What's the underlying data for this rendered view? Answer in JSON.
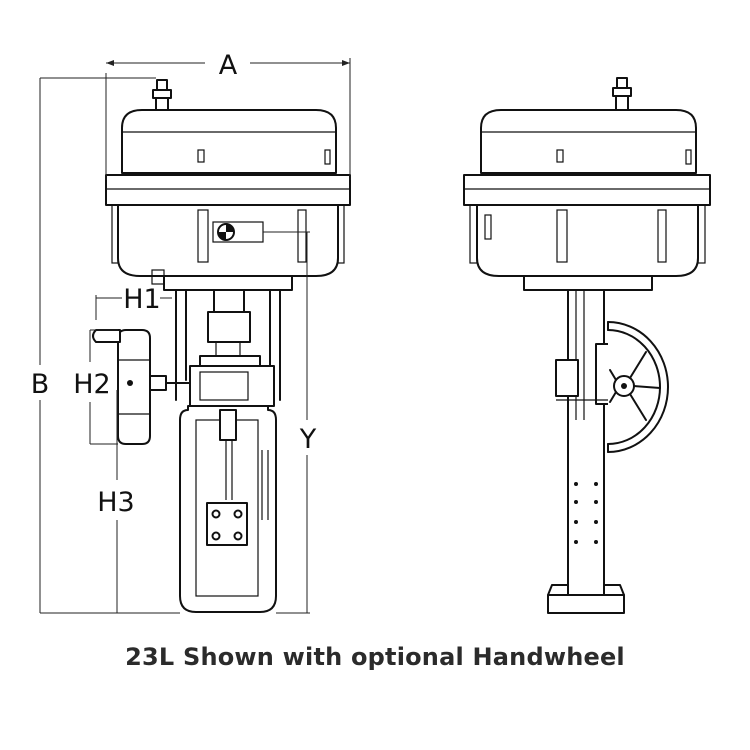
{
  "dimension_labels": {
    "a": "A",
    "b": "B",
    "h1": "H1",
    "h2": "H2",
    "h3": "H3",
    "y": "Y"
  },
  "caption": "23L Shown with optional Handwheel"
}
